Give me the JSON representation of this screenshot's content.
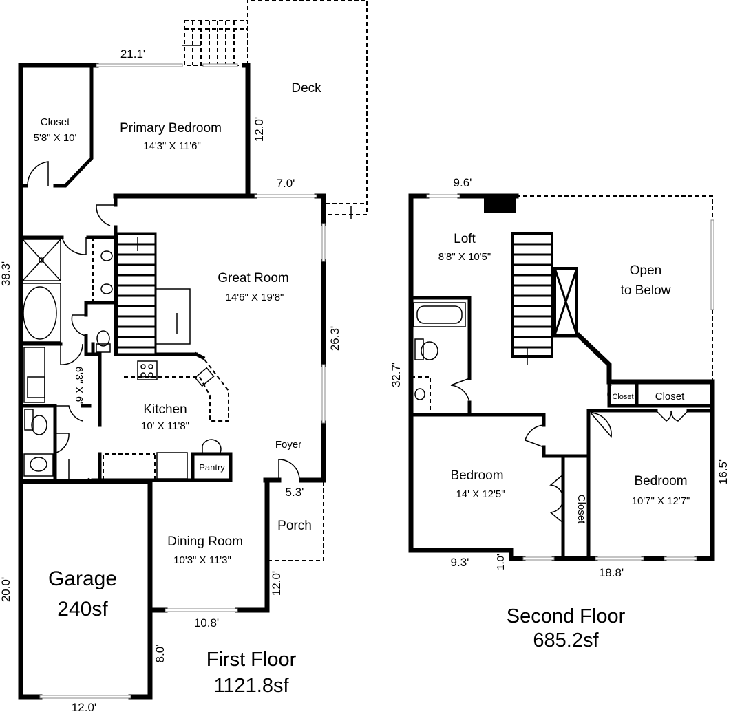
{
  "first_floor": {
    "title": "First Floor",
    "area": "1121.8sf",
    "rooms": {
      "closet": {
        "name": "Closet",
        "dims": "5'8\" X 10'"
      },
      "primary_bedroom": {
        "name": "Primary Bedroom",
        "dims": "14'3\" X 11'6\""
      },
      "deck": {
        "name": "Deck"
      },
      "great_room": {
        "name": "Great Room",
        "dims": "14'6\" X 19'8\""
      },
      "kitchen": {
        "name": "Kitchen",
        "dims": "10' X 11'8\""
      },
      "laundry_dims": "6'3\" X 6'",
      "pantry": {
        "name": "Pantry"
      },
      "foyer": {
        "name": "Foyer"
      },
      "porch": {
        "name": "Porch"
      },
      "dining_room": {
        "name": "Dining Room",
        "dims": "10'3\" X 11'3\""
      },
      "garage": {
        "name": "Garage",
        "area": "240sf"
      }
    },
    "dimensions": {
      "top": "21.1'",
      "deck_side": "12.0'",
      "deck_bottom": "7.0'",
      "left": "38.3'",
      "right": "26.3'",
      "foyer_width": "5.3'",
      "porch_side": "12.0'",
      "dining_bottom": "10.8'",
      "garage_left": "20.0'",
      "garage_right": "8.0'",
      "garage_bottom": "12.0'"
    }
  },
  "second_floor": {
    "title": "Second Floor",
    "area": "685.2sf",
    "rooms": {
      "loft": {
        "name": "Loft",
        "dims": "8'8\" X 10'5\""
      },
      "open": {
        "line1": "Open",
        "line2": "to Below"
      },
      "closet_small": {
        "name": "Closet"
      },
      "closet_right": {
        "name": "Closet"
      },
      "closet_vertical": {
        "name": "Closet"
      },
      "bedroom_left": {
        "name": "Bedroom",
        "dims": "14' X 12'5\""
      },
      "bedroom_right": {
        "name": "Bedroom",
        "dims": "10'7\" X 12'7\""
      }
    },
    "dimensions": {
      "top": "9.6'",
      "left": "32.7'",
      "right": "16.5'",
      "bottom_left": "9.3'",
      "bottom_step": "1.0'",
      "bottom_right": "18.8'"
    }
  }
}
